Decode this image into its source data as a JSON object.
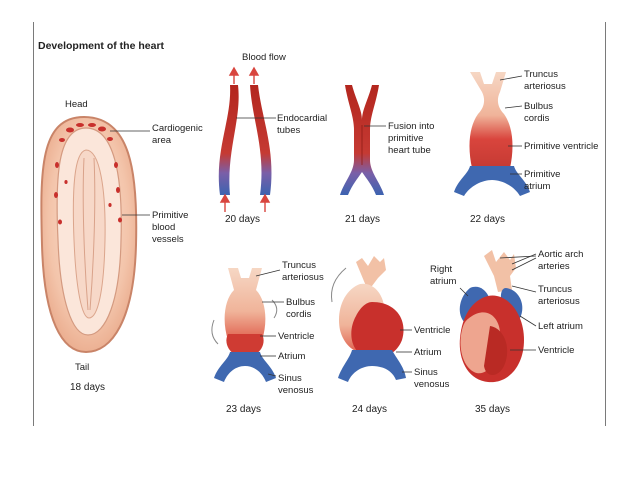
{
  "title": "Development of the heart",
  "blood_flow": "Blood flow",
  "embryo": {
    "head": "Head",
    "tail": "Tail",
    "days": "18 days",
    "cardiogenic_area": [
      "Cardiogenic",
      "area"
    ],
    "primitive_blood_vessels": [
      "Primitive",
      "blood",
      "vessels"
    ]
  },
  "stage20": {
    "days": "20 days",
    "endocardial_tubes": [
      "Endocardial",
      "tubes"
    ]
  },
  "stage21": {
    "days": "21 days",
    "fusion": [
      "Fusion into",
      "primitive",
      "heart tube"
    ]
  },
  "stage22": {
    "days": "22 days",
    "truncus": [
      "Truncus",
      "arteriosus"
    ],
    "bulbus": [
      "Bulbus",
      "cordis"
    ],
    "ventricle": "Primitive ventricle",
    "atrium": [
      "Primitive",
      "atrium"
    ]
  },
  "stage23": {
    "days": "23 days",
    "truncus": [
      "Truncus",
      "arteriosus"
    ],
    "bulbus": [
      "Bulbus",
      "cordis"
    ],
    "ventricle": "Ventricle",
    "atrium": "Atrium",
    "sinus": [
      "Sinus",
      "venosus"
    ]
  },
  "stage24": {
    "days": "24 days",
    "ventricle": "Ventricle",
    "atrium": "Atrium",
    "sinus": [
      "Sinus",
      "venosus"
    ]
  },
  "stage35": {
    "days": "35 days",
    "right_atrium": [
      "Right",
      "atrium"
    ],
    "aortic_arch": [
      "Aortic arch",
      "arteries"
    ],
    "truncus": [
      "Truncus",
      "arteriosus"
    ],
    "left_atrium": "Left atrium",
    "ventricle": "Ventricle"
  },
  "colors": {
    "red": "#c8302c",
    "blue": "#3f68b0",
    "peach": "#f2c1a6",
    "arrow": "#d8453e"
  }
}
